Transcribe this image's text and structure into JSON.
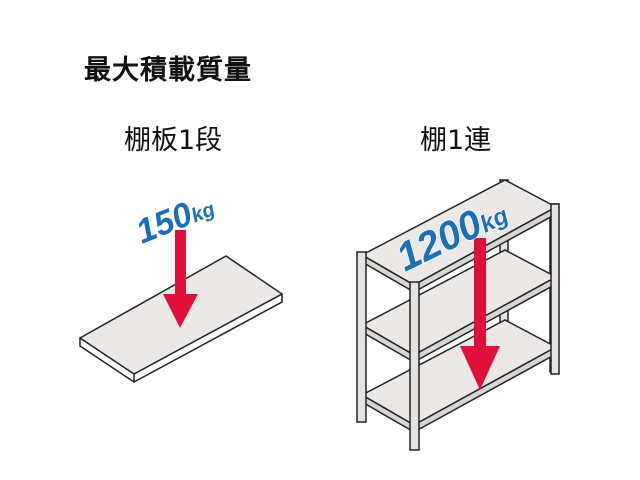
{
  "heading": "最大積載質量",
  "shelf_board": {
    "label": "棚板1段",
    "load_value": "150",
    "load_unit": "kg"
  },
  "shelf_unit": {
    "label": "棚1連",
    "load_value": "1200",
    "load_unit": "kg"
  },
  "colors": {
    "load_text": "#1a6fba",
    "arrow": "#e0103a",
    "shelf_fill": "#ebe8e6",
    "outline": "#222222"
  }
}
